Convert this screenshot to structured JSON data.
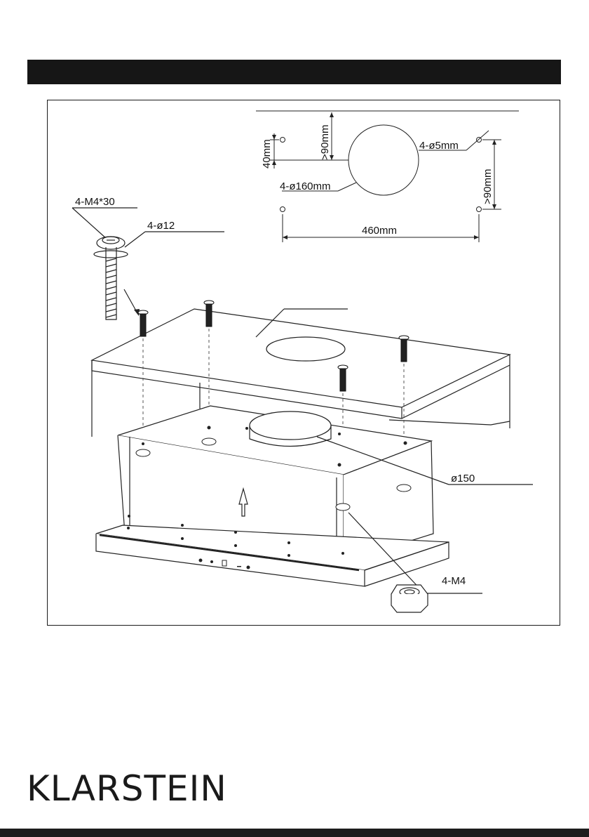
{
  "header": {
    "title": ""
  },
  "diagram": {
    "template": {
      "hole_spacing_v": "40mm",
      "offset_top": ">90mm",
      "small_holes": "4-ø5mm",
      "offset_right": ">90mm",
      "duct_opening": "4-ø160mm",
      "hole_spacing_h": "460mm"
    },
    "hardware": {
      "screws": "4-M4*30",
      "washers": "4-ø12",
      "outlet": "ø150",
      "nuts": "4-M4"
    }
  },
  "brand": {
    "logo_text": "KLARSTEIN"
  }
}
